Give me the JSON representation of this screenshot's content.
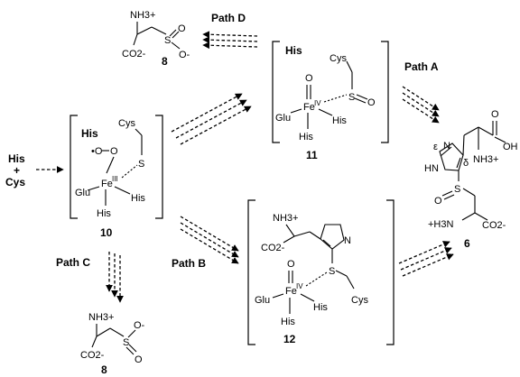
{
  "reactants": {
    "his": "His",
    "plus": "+",
    "cys": "Cys"
  },
  "paths": {
    "a": "Path A",
    "b": "Path B",
    "c": "Path C",
    "d": "Path D"
  },
  "compounds": {
    "c10": {
      "number": "10",
      "his_label": "His",
      "metal": "Fe",
      "oxidation": "III",
      "ligands": [
        "Glu",
        "His",
        "His"
      ],
      "radical_atoms": [
        "•O",
        "O"
      ],
      "cys": "Cys",
      "s": "S"
    },
    "c11": {
      "number": "11",
      "his_label": "His",
      "metal": "Fe",
      "oxidation": "IV",
      "ligands": [
        "Glu",
        "His",
        "His"
      ],
      "oxo": "O",
      "cys": "Cys",
      "s": "S",
      "so": "O"
    },
    "c12": {
      "number": "12",
      "metal": "Fe",
      "oxidation": "IV",
      "ligands": [
        "Glu",
        "His",
        "His"
      ],
      "oxo": "O",
      "cys": "Cys",
      "s": "S",
      "nh3": "NH3+",
      "co2": "CO2-",
      "n": "N"
    },
    "c8": {
      "number": "8",
      "nh3": "NH3+",
      "co2": "CO2-",
      "s": "S",
      "o": "O",
      "o_minus": "O-"
    },
    "c6": {
      "number": "6",
      "epsilon": "ε",
      "delta": "δ",
      "n": "N",
      "hn": "HN",
      "o": "O",
      "oh": "OH",
      "nh3": "NH3+",
      "s": "S",
      "so": "O",
      "h3n": "+H3N",
      "co2": "CO2-"
    }
  }
}
